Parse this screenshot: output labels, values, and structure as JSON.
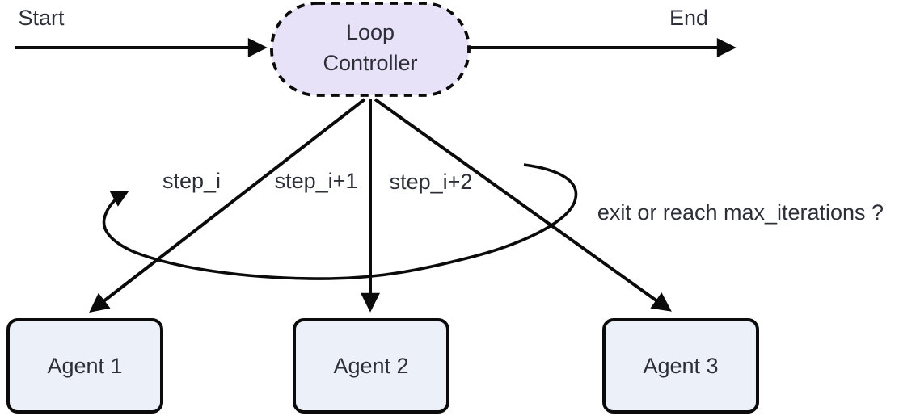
{
  "diagram": {
    "start_label": "Start",
    "end_label": "End",
    "controller": {
      "line1": "Loop",
      "line2": "Controller"
    },
    "step_labels": [
      "step_i",
      "step_i+1",
      "step_i+2"
    ],
    "loop_condition_label": "exit or reach max_iterations ?",
    "agents": [
      {
        "label": "Agent 1"
      },
      {
        "label": "Agent 2"
      },
      {
        "label": "Agent 3"
      }
    ]
  },
  "colors": {
    "background": "#ffffff",
    "edge": "#0b0b0b",
    "controller_fill": "#e8e2f8",
    "agent_fill": "#ebf0f9",
    "text": "#2d2f38"
  }
}
